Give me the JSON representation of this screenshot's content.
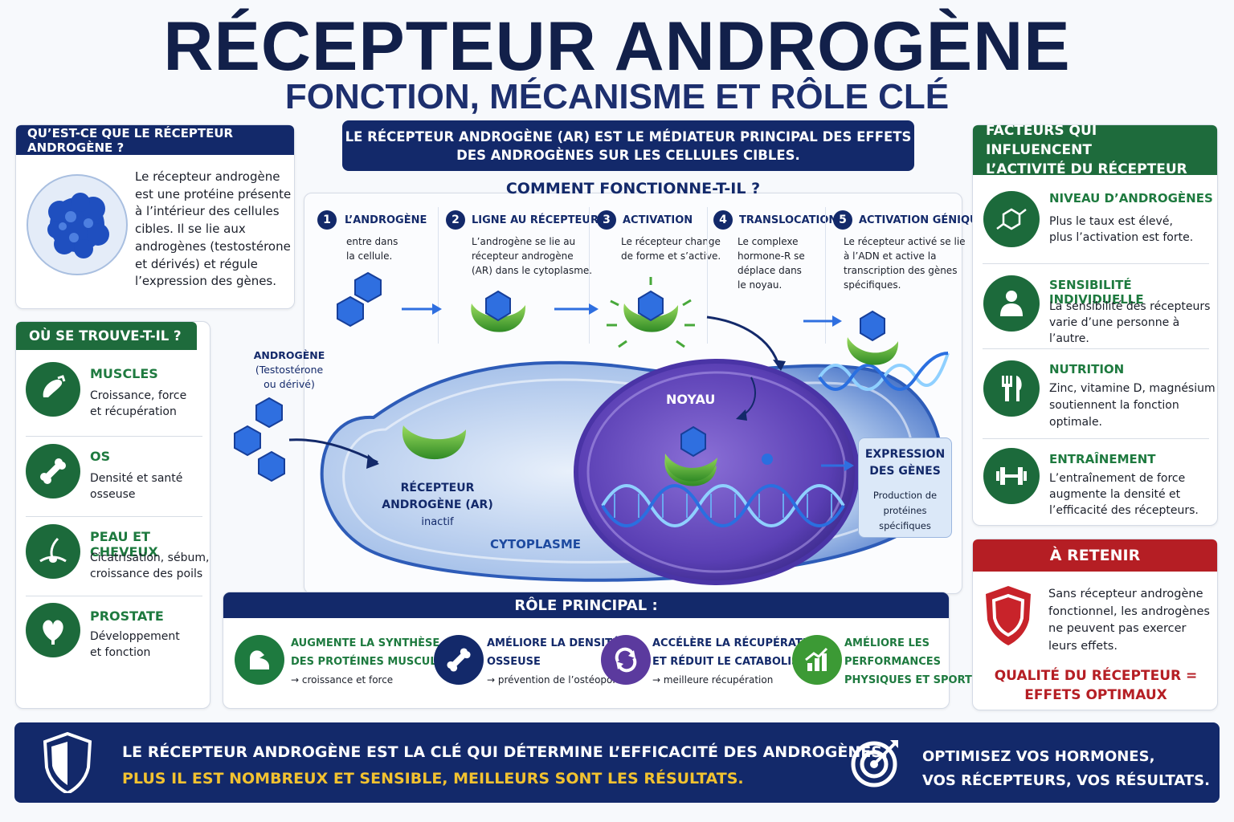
{
  "header": {
    "title": "RÉCEPTEUR ANDROGÈNE",
    "subtitle": "FONCTION, MÉCANISME ET RÔLE CLÉ"
  },
  "banner": {
    "line1": "LE RÉCEPTEUR ANDROGÈNE (AR) EST LE MÉDIATEUR PRINCIPAL DES EFFETS",
    "line2": "DES ANDROGÈNES SUR LES CELLULES CIBLES."
  },
  "what": {
    "title": "QU’EST-CE QUE LE RÉCEPTEUR ANDROGÈNE ?",
    "lines": [
      "Le récepteur androgène",
      "est une protéine présente",
      "à l’intérieur des cellules",
      "cibles. Il se lie aux",
      "androgènes (testostérone",
      "et dérivés) et régule",
      "l’expression des gènes."
    ]
  },
  "where": {
    "title": "OÙ SE TROUVE-T-IL ?",
    "items": [
      {
        "icon": "muscle-icon",
        "title": "MUSCLES",
        "l1": "Croissance, force",
        "l2": "et récupération"
      },
      {
        "icon": "bone-icon",
        "title": "OS",
        "l1": "Densité et santé",
        "l2": "osseuse"
      },
      {
        "icon": "hair-follicle-icon",
        "title": "PEAU ET CHEVEUX",
        "l1": "Cicatrisation, sébum,",
        "l2": "croissance des poils"
      },
      {
        "icon": "prostate-icon",
        "title": "PROSTATE",
        "l1": "Développement",
        "l2": "et fonction"
      }
    ]
  },
  "how": {
    "title": "COMMENT FONCTIONNE-T-IL ?",
    "steps": [
      {
        "num": "1",
        "title": "L’ANDROGÈNE",
        "lines": [
          "entre dans",
          "la cellule."
        ]
      },
      {
        "num": "2",
        "title": "LIGNE AU RÉCEPTEUR",
        "lines": [
          "L’androgène se lie au",
          "récepteur androgène",
          "(AR) dans le cytoplasme."
        ]
      },
      {
        "num": "3",
        "title": "ACTIVATION",
        "lines": [
          "Le récepteur change",
          "de forme et s’active."
        ]
      },
      {
        "num": "4",
        "title": "TRANSLOCATION",
        "lines": [
          "Le complexe",
          "hormone-R se",
          "déplace dans",
          "le noyau."
        ]
      },
      {
        "num": "5",
        "title": "ACTIVATION GÉNIQUE",
        "lines": [
          "Le récepteur activé se lie",
          "à l’ADN et active la",
          "transcription des gènes",
          "spécifiques."
        ]
      }
    ]
  },
  "cell": {
    "androgen_label": "ANDROGÈNE",
    "androgen_sub1": "(Testostérone",
    "androgen_sub2": "ou dérivé)",
    "receptor_l1": "RÉCEPTEUR",
    "receptor_l2": "ANDROGÈNE (AR)",
    "receptor_l3": "inactif",
    "cytoplasm": "CYTOPLASME",
    "nucleus": "NOYAU",
    "expr_l1": "EXPRESSION",
    "expr_l2": "DES GÈNES",
    "expr_l3": "Production de",
    "expr_l4": "protéines spécifiques"
  },
  "factors": {
    "title_l1": "FACTEURS QUI INFLUENCENT",
    "title_l2": "L’ACTIVITÉ DU RÉCEPTEUR",
    "items": [
      {
        "icon": "molecule-icon",
        "title": "NIVEAU D’ANDROGÈNES",
        "lines": [
          "Plus le taux est élevé,",
          "plus l’activation est forte."
        ]
      },
      {
        "icon": "person-icon",
        "title": "SENSIBILITÉ INDIVIDUELLE",
        "lines": [
          "La sensibilité des récepteurs",
          "varie d’une personne à l’autre."
        ]
      },
      {
        "icon": "cutlery-icon",
        "title": "NUTRITION",
        "lines": [
          "Zinc, vitamine D, magnésium",
          "soutiennent la fonction",
          "optimale."
        ]
      },
      {
        "icon": "dumbbell-icon",
        "title": "ENTRAÎNEMENT",
        "lines": [
          "L’entraînement de force",
          "augmente la densité et",
          "l’efficacité des récepteurs."
        ]
      }
    ]
  },
  "retain": {
    "title": "À RETENIR",
    "lines": [
      "Sans récepteur androgène",
      "fonctionnel, les androgènes",
      "ne peuvent pas exercer",
      "leurs effets."
    ],
    "q1": "QUALITÉ DU RÉCEPTEUR =",
    "q2": "EFFETS OPTIMAUX"
  },
  "role": {
    "title": "RÔLE PRINCIPAL :",
    "items": [
      {
        "icon": "flexed-arm-icon",
        "color": "#1e7a3f",
        "l1": "AUGMENTE LA SYNTHÈSE",
        "l2": "DES PROTÉINES MUSCULAIRES",
        "l3": "→ croissance et force"
      },
      {
        "icon": "bone-icon",
        "color": "#13296a",
        "l1": "AMÉLIORE LA DENSITÉ",
        "l2": "OSSEUSE",
        "l3": "→ prévention de l’ostéoporose"
      },
      {
        "icon": "recycle-icon",
        "color": "#5b3a9e",
        "l1": "ACCÉLÈRE LA RÉCUPÉRATION",
        "l2": "ET RÉDUIT LE CATABOLISME",
        "l3": "→ meilleure récupération"
      },
      {
        "icon": "bar-chart-icon",
        "color": "#3c9a35",
        "l1": "AMÉLIORE LES",
        "l2": "PERFORMANCES",
        "l3": "PHYSIQUES ET SPORTIVES"
      }
    ]
  },
  "footer": {
    "line1": "LE RÉCEPTEUR ANDROGÈNE EST LA CLÉ QUI DÉTERMINE L’EFFICACITÉ DES ANDROGÈNES.",
    "line2": "PLUS IL EST NOMBREUX ET SENSIBLE, MEILLEURS SONT LES RÉSULTATS.",
    "right1": "OPTIMISEZ VOS HORMONES,",
    "right2": "VOS RÉCEPTEURS, VOS RÉSULTATS."
  },
  "colors": {
    "navy": "#13296a",
    "green": "#1e6b3c",
    "red": "#b51e24",
    "yellow": "#f2c230"
  }
}
